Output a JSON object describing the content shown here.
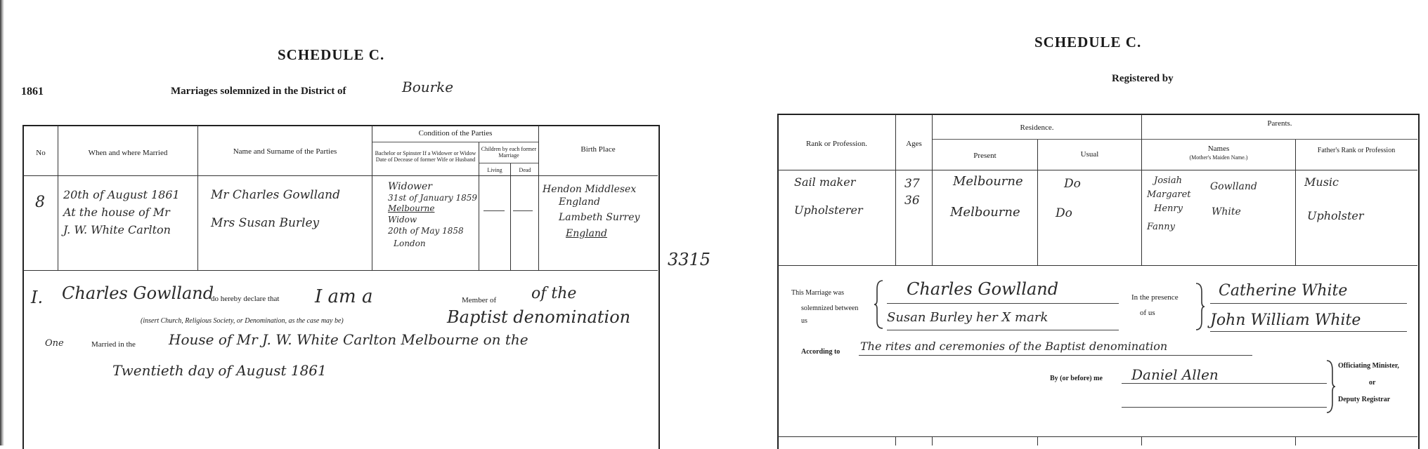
{
  "left": {
    "year": "1861",
    "schedule_title": "SCHEDULE C.",
    "district_label": "Marriages solemnized in the District of",
    "district_value": "Bourke",
    "headers": {
      "no": "No",
      "when_where": "When and where Married",
      "names": "Name and Surname of the Parties",
      "condition": "Condition of the Parties",
      "bachelor": "Bachelor or Spinster  If a Widower or Widow Date of Decease of former Wife or Husband",
      "children": "Children by each former Marriage",
      "living": "Living",
      "dead": "Dead",
      "birth_place": "Birth Place"
    },
    "entry": {
      "no": "8",
      "when_line1": "20th of August 1861",
      "when_line2": "At the house of Mr",
      "when_line3": "J. W. White Carlton",
      "name1": "Mr Charles Gowlland",
      "name2": "Mrs Susan Burley",
      "cond1_line1": "Widower",
      "cond1_line2": "31st of January 1859",
      "cond1_line3": "Melbourne",
      "cond2_line1": "Widow",
      "cond2_line2": "20th of May 1858",
      "cond2_line3": "London",
      "birth1_line1": "Hendon Middlesex",
      "birth1_line2": "England",
      "birth2_line1": "Lambeth Surrey",
      "birth2_line2": "England"
    },
    "declaration": {
      "i": "I.",
      "signature": "Charles Gowlland",
      "do_hereby": "do hereby declare that",
      "i_am_a": "I am a",
      "member_of": "Member of",
      "of_the": "of the",
      "denomination": "Baptist denomination",
      "insert_note": "(insert Church, Religious Society, or Denomination, as the case may be)",
      "married_in_label": "Married in the",
      "married_in_value": "House of Mr J. W. White Carlton Melbourne on the",
      "date_line": "Twentieth day of August 1861",
      "margin_mark": "3315",
      "left_mark": "One"
    }
  },
  "right": {
    "schedule_title": "SCHEDULE C.",
    "registered_by": "Registered by",
    "headers": {
      "rank": "Rank or Profession.",
      "ages": "Ages",
      "residence": "Residence.",
      "present": "Present",
      "usual": "Usual",
      "parents": "Parents.",
      "names": "Names",
      "maiden": "(Mother's Maiden Name.)",
      "father_rank": "Father's Rank or Profession"
    },
    "entry": {
      "rank1": "Sail maker",
      "rank2": "Upholsterer",
      "age1": "37",
      "age2": "36",
      "present1": "Melbourne",
      "present2": "Melbourne",
      "usual1": "Do",
      "usual2": "Do",
      "parents1a": "Josiah",
      "parents1b": "Margaret",
      "parents1_surname": "Gowlland",
      "parents2a": "Henry",
      "parents2b": "Fanny",
      "parents2_surname": "White",
      "father_rank1": "Music",
      "father_rank2": "Upholster"
    },
    "solemnized": {
      "label_line1": "This Marriage was",
      "label_line2": "solemnized between",
      "label_line3": "us",
      "party1": "Charles Gowlland",
      "party2": "Susan Burley her X mark",
      "presence_label": "In the presence",
      "of_us": "of us",
      "witness1": "Catherine White",
      "witness2": "John William White",
      "according_label": "According to",
      "according_value": "The rites and ceremonies of the Baptist denomination",
      "by_label": "By (or before) me",
      "minister_sig": "Daniel Allen",
      "officiating": "Officiating Minister,",
      "or": "or",
      "deputy": "Deputy Registrar"
    }
  }
}
